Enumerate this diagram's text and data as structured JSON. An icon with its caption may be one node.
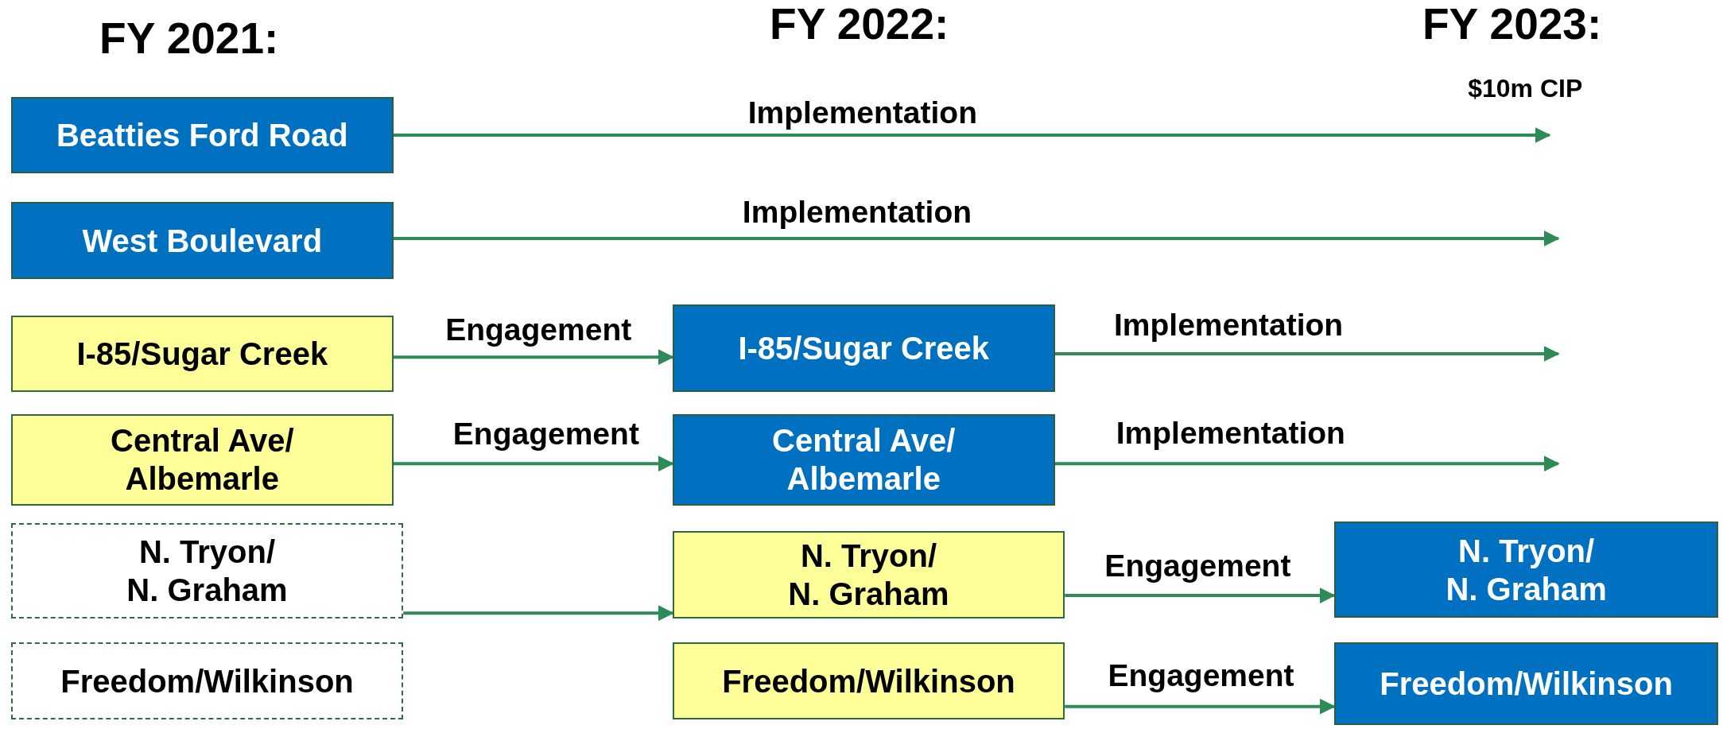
{
  "diagram": {
    "nodes": [
      {
        "text": [
          "Beatties Ford Road"
        ]
      },
      {
        "text": [
          "West Boulevard"
        ]
      },
      {
        "text": [
          "I-85/Sugar Creek"
        ]
      },
      {
        "text": [
          "Central Ave/ Albemarle"
        ]
      },
      {
        "text": [
          "N. Tryon/ N. Graham"
        ]
      },
      {
        "text": [
          "Freedom/Wilkinson"
        ]
      },
      {
        "text": [
          "I-85/Sugar Creek"
        ]
      },
      {
        "text": [
          "Central Ave/ Albemarle"
        ]
      },
      {
        "text": [
          "N. Tryon/ N. Graham"
        ]
      },
      {
        "text": [
          "Freedom/Wilkinson"
        ]
      },
      {
        "text": [
          "N. Tryon/ N. Graham"
        ]
      },
      {
        "text": [
          "Freedom/Wilkinson"
        ]
      }
    ],
    "edges": [
      {
        "from": 0,
        "to": null,
        "arrow": "to",
        "label": "Implementation"
      },
      {
        "from": 1,
        "to": null,
        "arrow": "to",
        "label": "Implementation"
      },
      {
        "from": 2,
        "to": 6,
        "arrow": "to",
        "label": "Engagement"
      },
      {
        "from": 6,
        "to": null,
        "arrow": "to",
        "label": "Implementation"
      },
      {
        "from": 3,
        "to": 7,
        "arrow": "to",
        "label": "Engagement"
      },
      {
        "from": 7,
        "to": null,
        "arrow": "to",
        "label": "Implementation"
      },
      {
        "from": 4,
        "to": 8,
        "arrow": "to"
      },
      {
        "from": 8,
        "to": 10,
        "arrow": "to",
        "label": "Engagement"
      },
      {
        "from": 9,
        "to": 11,
        "arrow": "to",
        "label": "Engagement"
      }
    ],
    "labels": [
      "FY 2021:",
      "FY 2022:",
      "FY 2023:",
      "$10m CIP"
    ]
  }
}
